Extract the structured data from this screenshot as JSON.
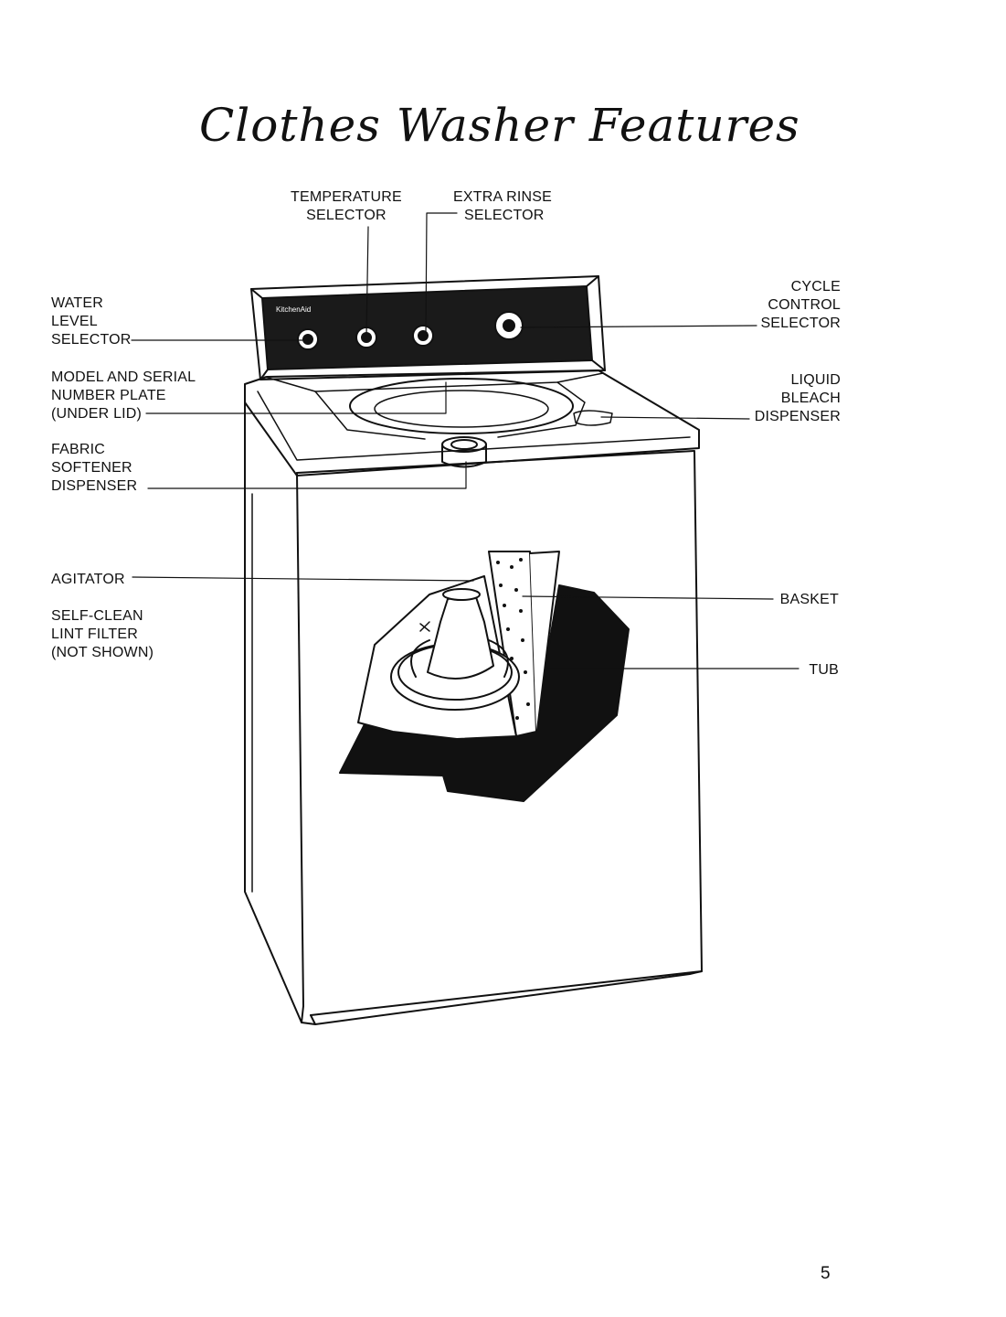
{
  "title": "Clothes Washer Features",
  "labels": {
    "temperature_selector": [
      "TEMPERATURE",
      "SELECTOR"
    ],
    "extra_rinse_selector": [
      "EXTRA RINSE",
      "SELECTOR"
    ],
    "water_level_selector": [
      "WATER",
      "LEVEL",
      "SELECTOR"
    ],
    "model_serial_plate": [
      "MODEL AND SERIAL",
      "NUMBER PLATE",
      "(UNDER LID)"
    ],
    "fabric_softener_dispenser": [
      "FABRIC",
      "SOFTENER",
      "DISPENSER"
    ],
    "agitator": [
      "AGITATOR"
    ],
    "self_clean_lint_filter": [
      "SELF-CLEAN",
      "LINT FILTER",
      "(NOT SHOWN)"
    ],
    "cycle_control_selector": [
      "CYCLE",
      "CONTROL",
      "SELECTOR"
    ],
    "liquid_bleach_dispenser": [
      "LIQUID",
      "BLEACH",
      "DISPENSER"
    ],
    "basket": [
      "BASKET"
    ],
    "tub": [
      "TUB"
    ]
  },
  "brand": "KitchenAid",
  "page_number": "5"
}
